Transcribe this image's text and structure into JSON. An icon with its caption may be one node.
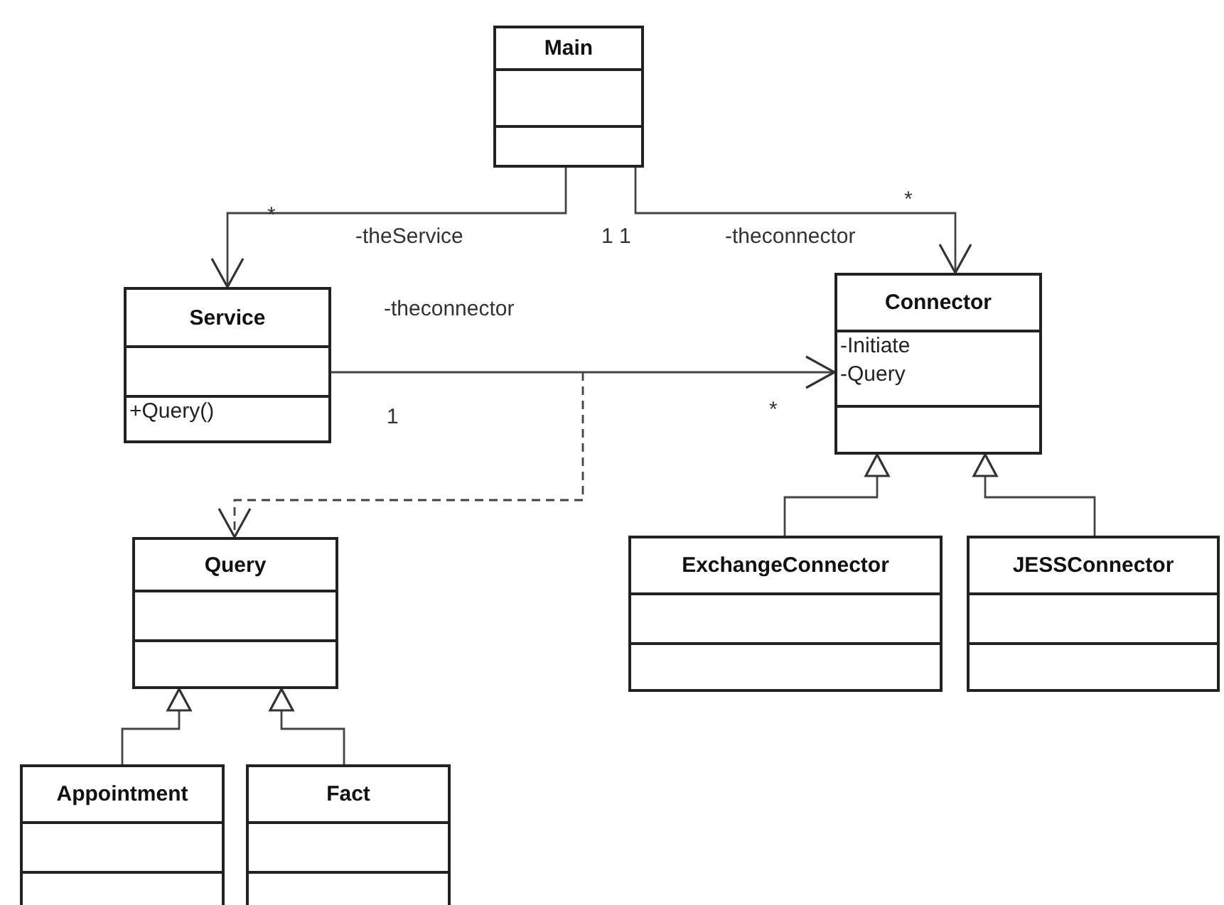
{
  "diagram": {
    "nodes": [
      {
        "text": [
          "Main"
        ]
      },
      {
        "text": [
          "Service",
          "+Query()"
        ]
      },
      {
        "text": [
          "Connector",
          "-Initiate",
          "-Query"
        ]
      },
      {
        "text": [
          "Query"
        ]
      },
      {
        "text": [
          "ExchangeConnector"
        ]
      },
      {
        "text": [
          "JESSConnector"
        ]
      },
      {
        "text": [
          "Appointment"
        ]
      },
      {
        "text": [
          "Fact"
        ]
      }
    ],
    "edges": [
      {
        "from": 0,
        "to": 1,
        "arrow": "to"
      },
      {
        "from": 0,
        "to": 2,
        "arrow": "to"
      },
      {
        "from": 1,
        "to": 2,
        "arrow": "to"
      },
      {
        "from": null,
        "to": 3,
        "arrow": "to",
        "style": "dashed"
      },
      {
        "from": 4,
        "to": 2,
        "arrow": "to"
      },
      {
        "from": 5,
        "to": 2,
        "arrow": "to"
      },
      {
        "from": 6,
        "to": 3,
        "arrow": "to"
      },
      {
        "from": 7,
        "to": 3,
        "arrow": "to"
      }
    ],
    "labels": [
      "*",
      "-theService",
      "1 1",
      "-theconnector",
      "*",
      "-theconnector",
      "1",
      "*"
    ]
  }
}
